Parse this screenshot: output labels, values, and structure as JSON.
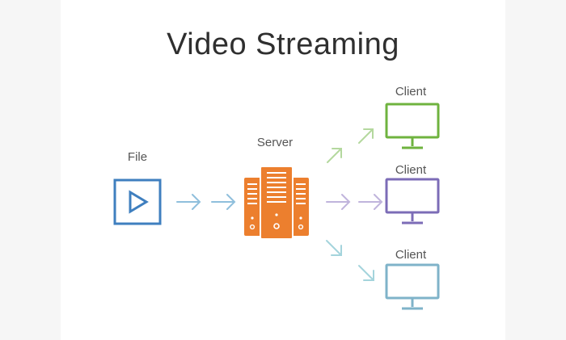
{
  "title": "Video Streaming",
  "labels": {
    "file": "File",
    "server": "Server",
    "client_top": "Client",
    "client_middle": "Client",
    "client_bottom": "Client"
  },
  "colors": {
    "file": "#3f7fbf",
    "server": "#ec7f2e",
    "client_top": "#6fb33f",
    "client_middle": "#7c6cb7",
    "client_bottom": "#7fb3c9",
    "arrow_file": "#8fbfdc",
    "arrow_top": "#b4d89e",
    "arrow_middle": "#c0b4dc",
    "arrow_bottom": "#a4d4dc"
  },
  "icons": {
    "file": "play-icon",
    "server": "server-icon",
    "client": "monitor-icon",
    "arrow": "arrow-icon"
  }
}
